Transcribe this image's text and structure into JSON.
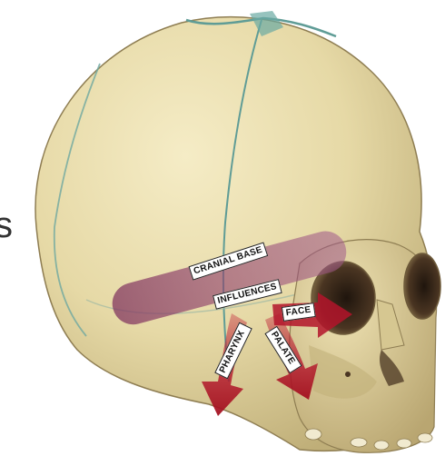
{
  "slide": {
    "edge_text": "s"
  },
  "diagram": {
    "labels": {
      "cranial_base": "CRANIAL BASE",
      "influences": "INFLUENCES",
      "face": "FACE",
      "pharynx": "PHARYNX",
      "palate": "PALATE"
    },
    "colors": {
      "bone": "#e8dcae",
      "bone_shadow": "#c9b985",
      "suture": "#5f9c96",
      "band": "#8e3a6e",
      "arrow": "#b3142a",
      "orbit_dark": "#3b2a1c"
    }
  }
}
